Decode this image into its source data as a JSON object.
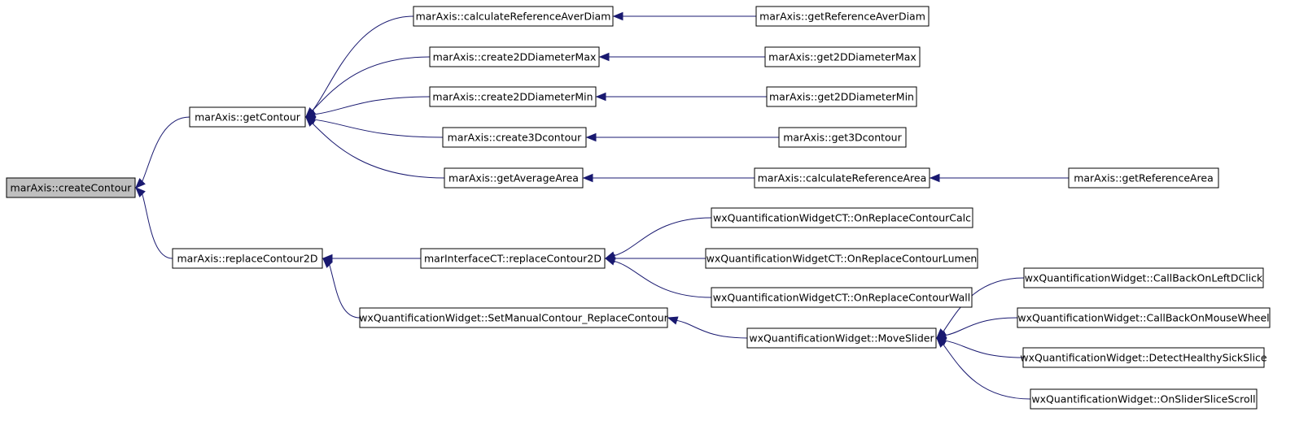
{
  "diagram": {
    "nodes": [
      {
        "id": "createContour",
        "label": "marAxis::createContour",
        "highlighted": true
      },
      {
        "id": "getContour",
        "label": "marAxis::getContour"
      },
      {
        "id": "replaceContour2D",
        "label": "marAxis::replaceContour2D"
      },
      {
        "id": "calcRefAverDiam",
        "label": "marAxis::calculateReferenceAverDiam"
      },
      {
        "id": "create2DDiamMax",
        "label": "marAxis::create2DDiameterMax"
      },
      {
        "id": "create2DDiamMin",
        "label": "marAxis::create2DDiameterMin"
      },
      {
        "id": "create3Dcontour",
        "label": "marAxis::create3Dcontour"
      },
      {
        "id": "getAverageArea",
        "label": "marAxis::getAverageArea"
      },
      {
        "id": "getRefAverDiam",
        "label": "marAxis::getReferenceAverDiam"
      },
      {
        "id": "get2DDiamMax",
        "label": "marAxis::get2DDiameterMax"
      },
      {
        "id": "get2DDiamMin",
        "label": "marAxis::get2DDiameterMin"
      },
      {
        "id": "get3Dcontour",
        "label": "marAxis::get3Dcontour"
      },
      {
        "id": "calcRefArea",
        "label": "marAxis::calculateReferenceArea"
      },
      {
        "id": "getRefArea",
        "label": "marAxis::getReferenceArea"
      },
      {
        "id": "ictReplace2D",
        "label": "marInterfaceCT::replaceContour2D"
      },
      {
        "id": "wqSetManual",
        "label": "wxQuantificationWidget::SetManualContour_ReplaceContour"
      },
      {
        "id": "wqctCalc",
        "label": "wxQuantificationWidgetCT::OnReplaceContourCalc"
      },
      {
        "id": "wqctLumen",
        "label": "wxQuantificationWidgetCT::OnReplaceContourLumen"
      },
      {
        "id": "wqctWall",
        "label": "wxQuantificationWidgetCT::OnReplaceContourWall"
      },
      {
        "id": "wqMoveSlider",
        "label": "wxQuantificationWidget::MoveSlider"
      },
      {
        "id": "wqLeftDClick",
        "label": "wxQuantificationWidget::CallBackOnLeftDClick"
      },
      {
        "id": "wqMouseWheel",
        "label": "wxQuantificationWidget::CallBackOnMouseWheel"
      },
      {
        "id": "wqDetect",
        "label": "wxQuantificationWidget::DetectHealthySickSlice"
      },
      {
        "id": "wqSliderScroll",
        "label": "wxQuantificationWidget::OnSliderSliceScroll"
      }
    ],
    "edges": [
      {
        "from": "getContour",
        "to": "createContour"
      },
      {
        "from": "replaceContour2D",
        "to": "createContour"
      },
      {
        "from": "calcRefAverDiam",
        "to": "getContour"
      },
      {
        "from": "create2DDiamMax",
        "to": "getContour"
      },
      {
        "from": "create2DDiamMin",
        "to": "getContour"
      },
      {
        "from": "create3Dcontour",
        "to": "getContour"
      },
      {
        "from": "getAverageArea",
        "to": "getContour"
      },
      {
        "from": "getRefAverDiam",
        "to": "calcRefAverDiam"
      },
      {
        "from": "get2DDiamMax",
        "to": "create2DDiamMax"
      },
      {
        "from": "get2DDiamMin",
        "to": "create2DDiamMin"
      },
      {
        "from": "get3Dcontour",
        "to": "create3Dcontour"
      },
      {
        "from": "calcRefArea",
        "to": "getAverageArea"
      },
      {
        "from": "getRefArea",
        "to": "calcRefArea"
      },
      {
        "from": "ictReplace2D",
        "to": "replaceContour2D"
      },
      {
        "from": "wqSetManual",
        "to": "replaceContour2D"
      },
      {
        "from": "wqctCalc",
        "to": "ictReplace2D"
      },
      {
        "from": "wqctLumen",
        "to": "ictReplace2D"
      },
      {
        "from": "wqctWall",
        "to": "ictReplace2D"
      },
      {
        "from": "wqMoveSlider",
        "to": "wqSetManual"
      },
      {
        "from": "wqLeftDClick",
        "to": "wqMoveSlider"
      },
      {
        "from": "wqMouseWheel",
        "to": "wqMoveSlider"
      },
      {
        "from": "wqDetect",
        "to": "wqMoveSlider"
      },
      {
        "from": "wqSliderScroll",
        "to": "wqMoveSlider"
      }
    ],
    "colors": {
      "edge": "#191970",
      "highlight_fill": "#bfbfbf",
      "node_border": "#000000"
    }
  }
}
